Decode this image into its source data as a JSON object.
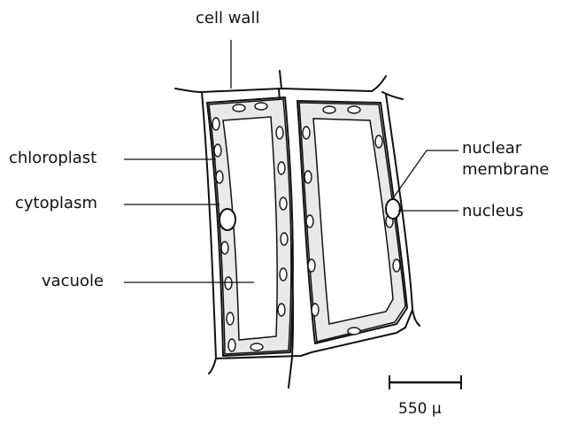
{
  "labels": {
    "cell_wall": "cell wall",
    "chloroplast": "chloroplast",
    "cytoplasm": "cytoplasm",
    "vacuole": "vacuole",
    "nuclear_membrane_line1": "nuclear",
    "nuclear_membrane_line2": "membrane",
    "nucleus": "nucleus"
  },
  "scale_bar": {
    "label": "550 μ"
  },
  "colors": {
    "ink": "#111111",
    "background": "#ffffff",
    "cytoplasm": "#e9e9e9"
  }
}
